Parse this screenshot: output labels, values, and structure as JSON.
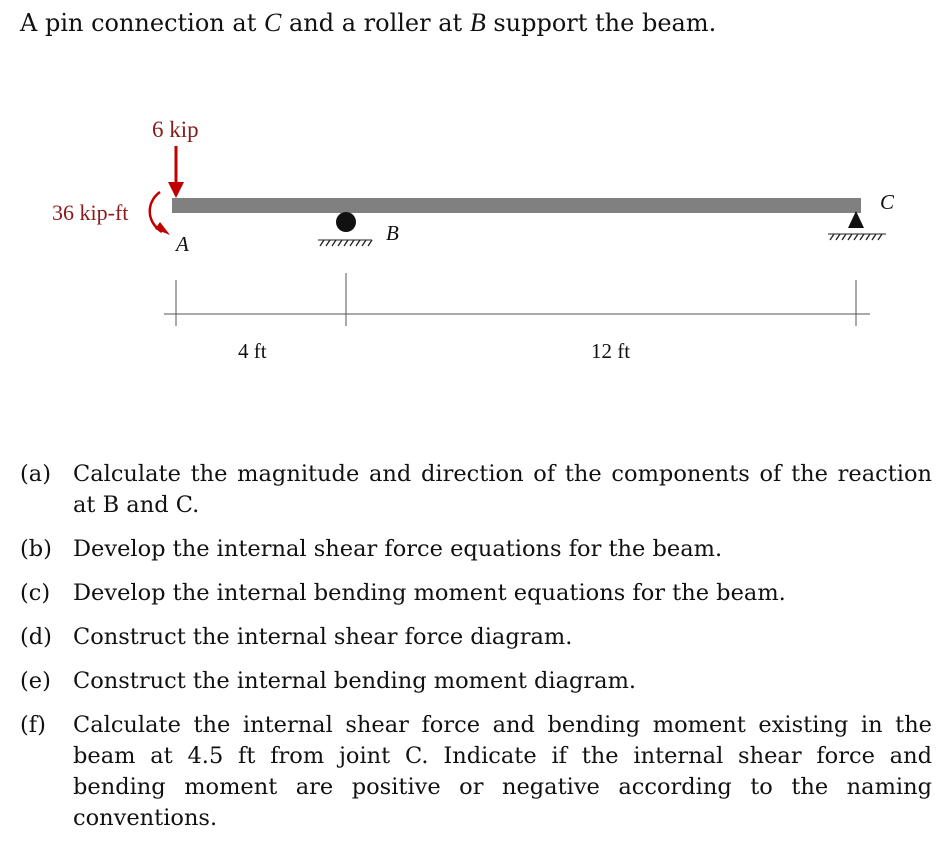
{
  "intro": {
    "p1": "A pin connection at ",
    "c": "C",
    "p2": " and a roller at ",
    "b": "B",
    "p3": " support the beam."
  },
  "diagram": {
    "load_label": "6 kip",
    "moment_label": "36 kip-ft",
    "point_a": "A",
    "point_b": "B",
    "point_c": "C",
    "dim_ab": "4 ft",
    "dim_bc": "12 ft",
    "colors": {
      "beam": "#808080",
      "load": "#c00000",
      "label_red": "#8b1a1a"
    },
    "icons": [
      "load-arrow-icon",
      "moment-arrow-icon",
      "roller-support-icon",
      "pin-support-icon"
    ]
  },
  "questions": [
    {
      "tag": "(a)",
      "text": "Calculate the magnitude and direction of the components of the reaction at B and C."
    },
    {
      "tag": "(b)",
      "text": "Develop the internal shear force equations for the beam."
    },
    {
      "tag": "(c)",
      "text": "Develop the internal bending moment equations for the beam."
    },
    {
      "tag": "(d)",
      "text": "Construct the internal shear force diagram."
    },
    {
      "tag": "(e)",
      "text": "Construct the internal bending moment diagram."
    },
    {
      "tag": "(f)",
      "text": "Calculate the internal shear force and bending moment existing in the beam at 4.5 ft from joint C. Indicate if the internal shear force and bending moment are positive or negative according to the naming conventions."
    }
  ]
}
